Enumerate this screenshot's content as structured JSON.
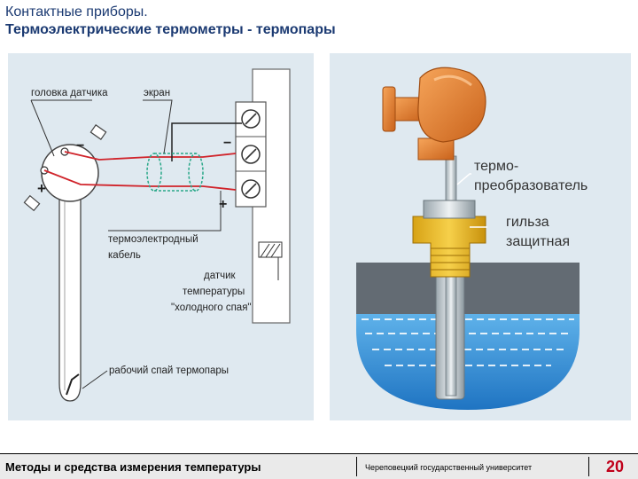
{
  "title": {
    "line1": "Контактные приборы.",
    "line2": "Термоэлектрические термометры - термопары"
  },
  "left_diagram": {
    "label_head": "головка датчика",
    "label_screen": "экран",
    "label_cable_1": "термоэлектродный",
    "label_cable_2": "кабель",
    "label_sensor_1": "датчик",
    "label_sensor_2": "температуры",
    "label_sensor_3": "\"холодного спая\"",
    "label_junction": "рабочий спай термопары",
    "sign_minus_head": "−",
    "sign_plus_head": "+",
    "sign_minus_block": "−",
    "sign_plus_block": "+"
  },
  "right_diagram": {
    "label_thermo_1": "термо-",
    "label_thermo_2": "преобразователь",
    "label_sleeve_1": "гильза",
    "label_sleeve_2": "защитная"
  },
  "footer": {
    "course": "Методы и средства измерения температуры",
    "university": "Череповецкий государственный университет",
    "page_number": "20"
  },
  "colors": {
    "title": "#1b3a72",
    "page_number": "#c0001a",
    "wire": "#d0232a",
    "screen": "#2aa889",
    "orange": "#e8822c",
    "water": "#2f8fd6"
  }
}
